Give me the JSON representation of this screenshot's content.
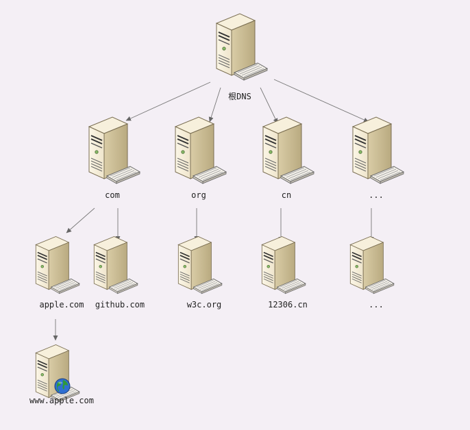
{
  "nodes": {
    "root": "根DNS",
    "com": "com",
    "org": "org",
    "cn": "cn",
    "other_tld": "...",
    "apple": "apple.com",
    "github": "github.com",
    "w3c": "w3c.org",
    "n12306": "12306.cn",
    "other_second": "...",
    "www_apple": "www.apple.com"
  },
  "edges": [
    [
      "root",
      "com"
    ],
    [
      "root",
      "org"
    ],
    [
      "root",
      "cn"
    ],
    [
      "root",
      "other_tld"
    ],
    [
      "com",
      "apple"
    ],
    [
      "com",
      "github"
    ],
    [
      "org",
      "w3c"
    ],
    [
      "cn",
      "n12306"
    ],
    [
      "other_tld",
      "other_second"
    ],
    [
      "apple",
      "www_apple"
    ]
  ],
  "colors": {
    "background": "#f4eff5",
    "server_body": "#efe5cc",
    "edge": "#777777",
    "globe": "#2e9a3a"
  },
  "icons": {
    "server": "server-icon",
    "globe": "globe-icon"
  }
}
